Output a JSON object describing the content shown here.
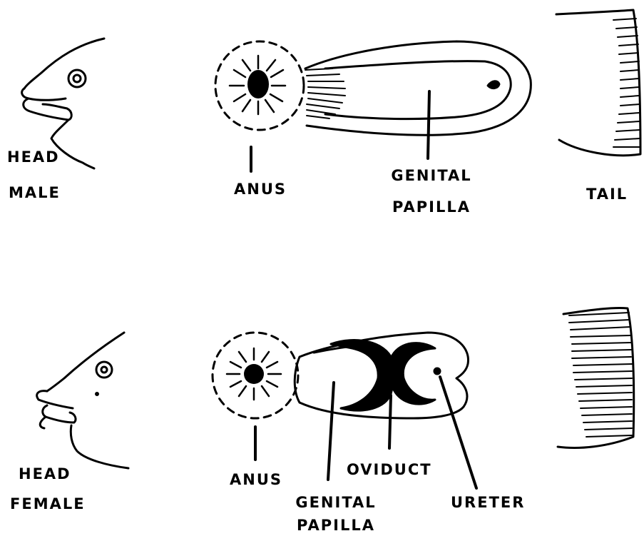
{
  "male": {
    "head_label": "HEAD",
    "sex_label": "MALE",
    "anus_label": "ANUS",
    "genital_label_line1": "GENITAL",
    "genital_label_line2": "PAPILLA",
    "tail_label": "TAIL"
  },
  "female": {
    "head_label": "HEAD",
    "sex_label": "FEMALE",
    "anus_label": "ANUS",
    "genital_label_line1": "GENITAL",
    "genital_label_line2": "PAPILLA",
    "oviduct_label": "OVIDUCT",
    "ureter_label": "URETER"
  },
  "colors": {
    "ink": "#000000",
    "paper": "#ffffff"
  }
}
